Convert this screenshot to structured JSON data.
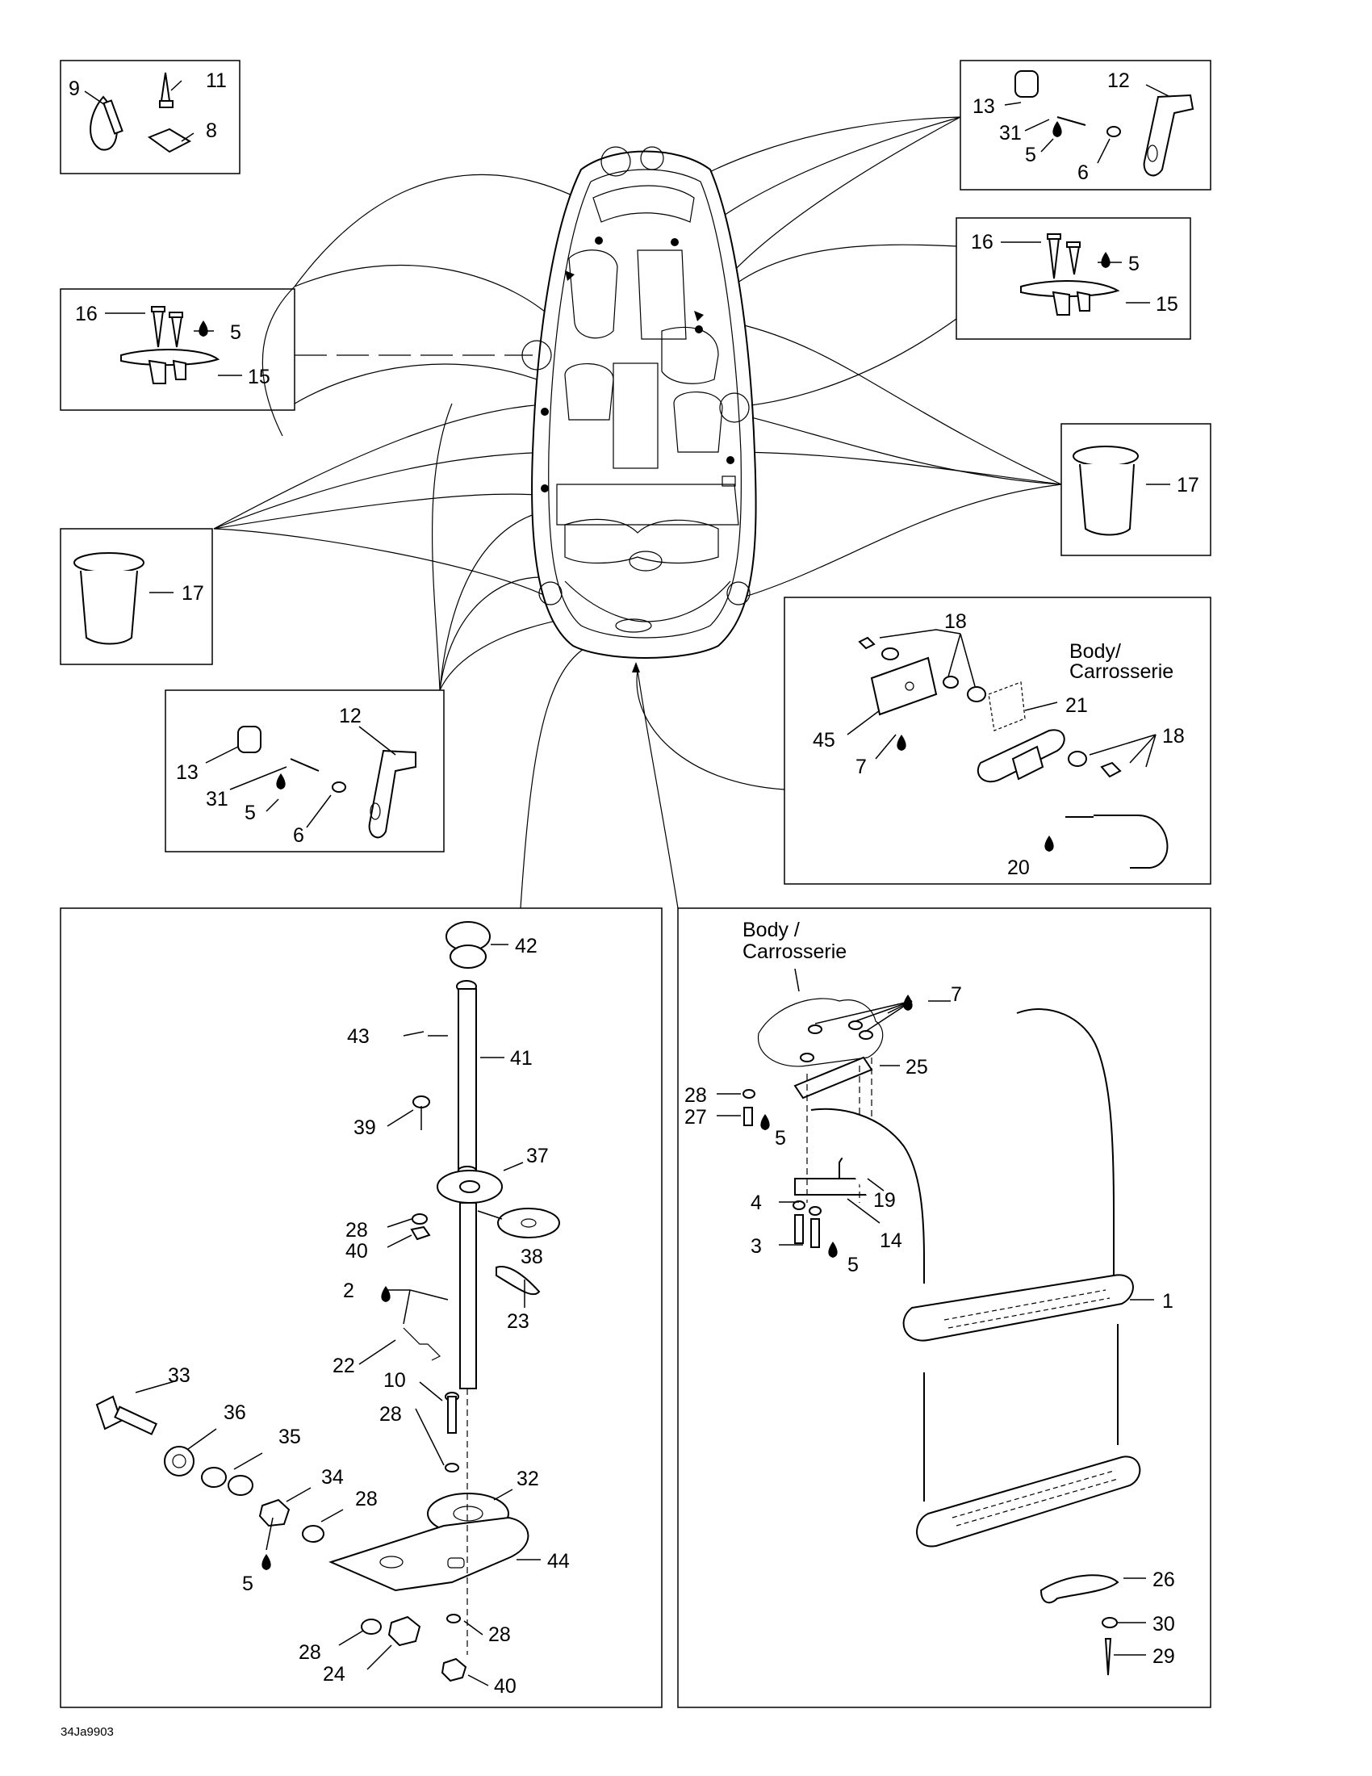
{
  "figure_ref": "34Ja9903",
  "body_label_1": "Body/",
  "carrosserie_label_1": "Carrosserie",
  "body_label_2": "Body /",
  "carrosserie_label_2": "Carrosserie",
  "callouts": {
    "tie_box": [
      "9",
      "11",
      "8"
    ],
    "cleat_right": [
      "13",
      "12",
      "31",
      "5",
      "6"
    ],
    "cleat_small_right": [
      "16",
      "5",
      "15"
    ],
    "cleat_left": [
      "16",
      "5",
      "15"
    ],
    "cup_right": [
      "17"
    ],
    "cup_left": [
      "17"
    ],
    "cleat_left_lower": [
      "12",
      "13",
      "31",
      "5",
      "6"
    ],
    "bracket": [
      "18",
      "45",
      "7",
      "21",
      "18",
      "20"
    ],
    "post": [
      "42",
      "43",
      "41",
      "39",
      "37",
      "28",
      "40",
      "38",
      "2",
      "23",
      "22",
      "10",
      "33",
      "36",
      "35",
      "28",
      "34",
      "28",
      "32",
      "44",
      "5",
      "28",
      "28",
      "24",
      "40"
    ],
    "ladder": [
      "7",
      "25",
      "28",
      "27",
      "5",
      "19",
      "4",
      "14",
      "3",
      "5",
      "1",
      "26",
      "30",
      "29"
    ]
  },
  "colors": {
    "ink": "#000000",
    "paper": "#ffffff"
  }
}
